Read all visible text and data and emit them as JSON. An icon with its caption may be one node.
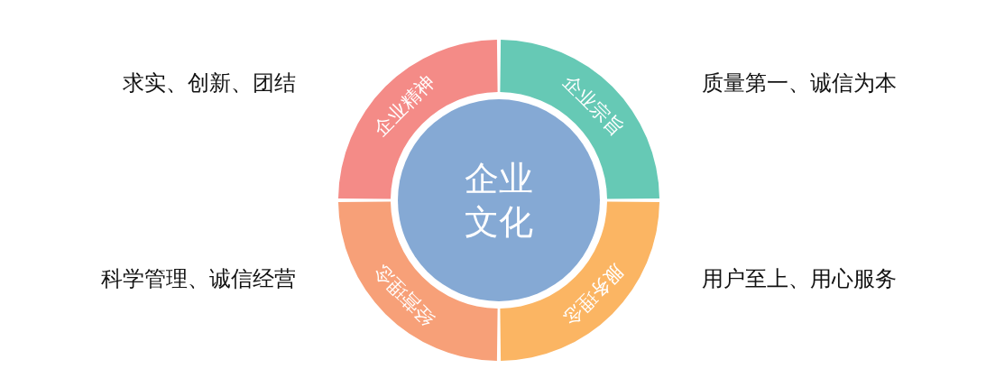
{
  "diagram": {
    "nodes": [
      {
        "text": [
          "企业精神"
        ],
        "beside": [
          "求实、创新、团结"
        ]
      },
      {
        "text": [
          "企业宗旨"
        ],
        "beside": [
          "质量第一、诚信为本"
        ]
      },
      {
        "text": [
          "企业文化"
        ]
      },
      {
        "text": [
          "经营理念"
        ],
        "beside": [
          "科学管理、诚信经营"
        ]
      },
      {
        "text": [
          "服务理念"
        ],
        "beside": [
          "用户至上、用心服务"
        ]
      }
    ]
  }
}
